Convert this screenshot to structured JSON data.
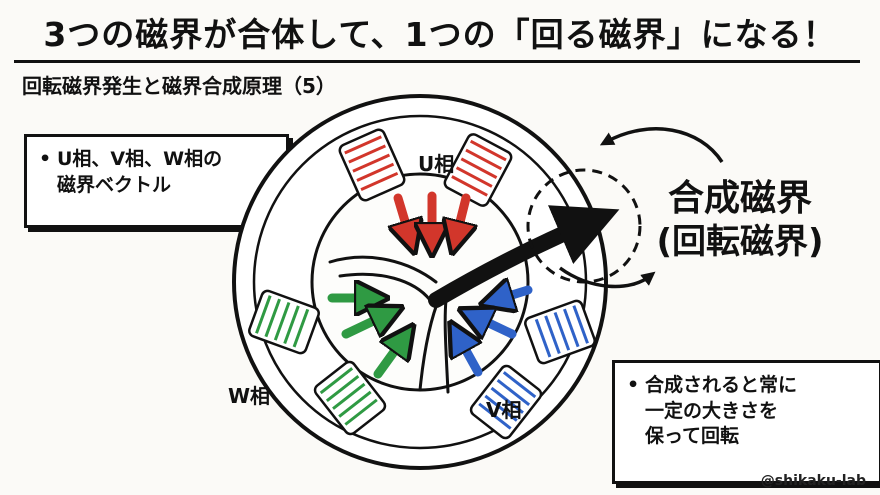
{
  "header": {
    "title": "3つの磁界が合体して、1つの「回る磁界」になる！",
    "subtitle": "回転磁界発生と磁界合成原理（5）"
  },
  "note_left": {
    "bullet": "•",
    "line1": "U相、V相、W相の",
    "line2": "磁界ベクトル"
  },
  "note_right": {
    "bullet": "•",
    "line1": "合成されると常に",
    "line2": "一定の大きさを",
    "line3": "保って回転"
  },
  "phases": {
    "u": {
      "label": "U相",
      "color": "#d2362b"
    },
    "v": {
      "label": "V相",
      "color": "#2f62c8"
    },
    "w": {
      "label": "W相",
      "color": "#2f9a43"
    }
  },
  "result": {
    "main": "合成磁界",
    "sub": "(回転磁界)"
  },
  "credit": "@shikaku-lab"
}
